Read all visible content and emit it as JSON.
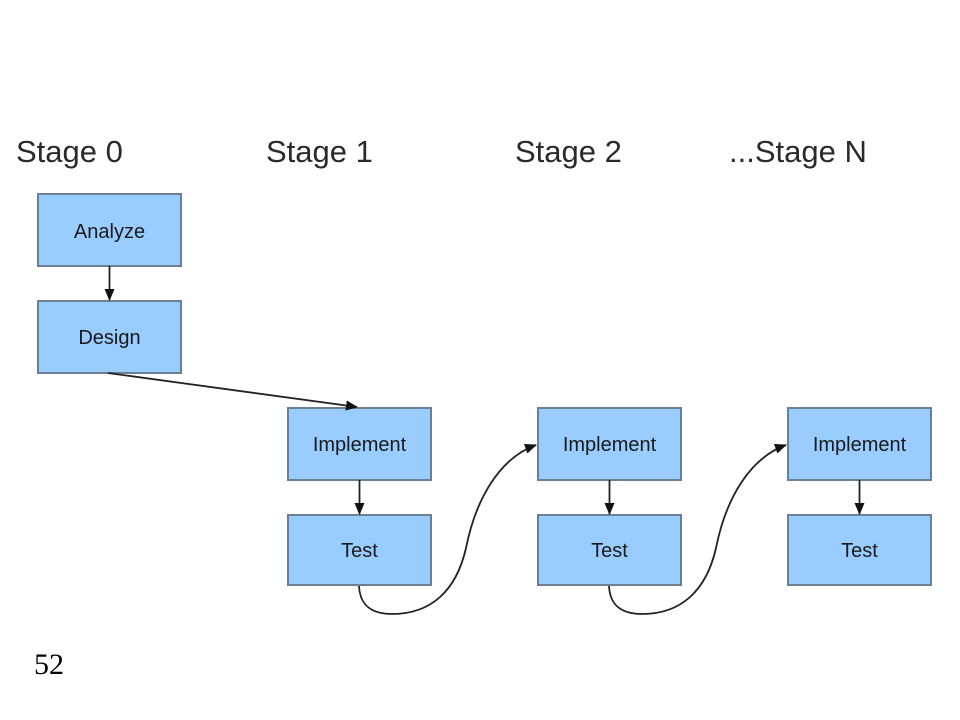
{
  "stages": [
    {
      "label": "Stage 0",
      "steps": [
        "Analyze",
        "Design"
      ]
    },
    {
      "label": "Stage 1",
      "steps": [
        "Implement",
        "Test"
      ]
    },
    {
      "label": "Stage 2",
      "steps": [
        "Implement",
        "Test"
      ]
    },
    {
      "label": "...Stage N",
      "steps": [
        "Implement",
        "Test"
      ]
    }
  ],
  "page_number": "52",
  "colors": {
    "box_fill": "#99ccff",
    "box_stroke": "#6f7f92",
    "text": "#1a1a1a",
    "connector": "#222222"
  }
}
